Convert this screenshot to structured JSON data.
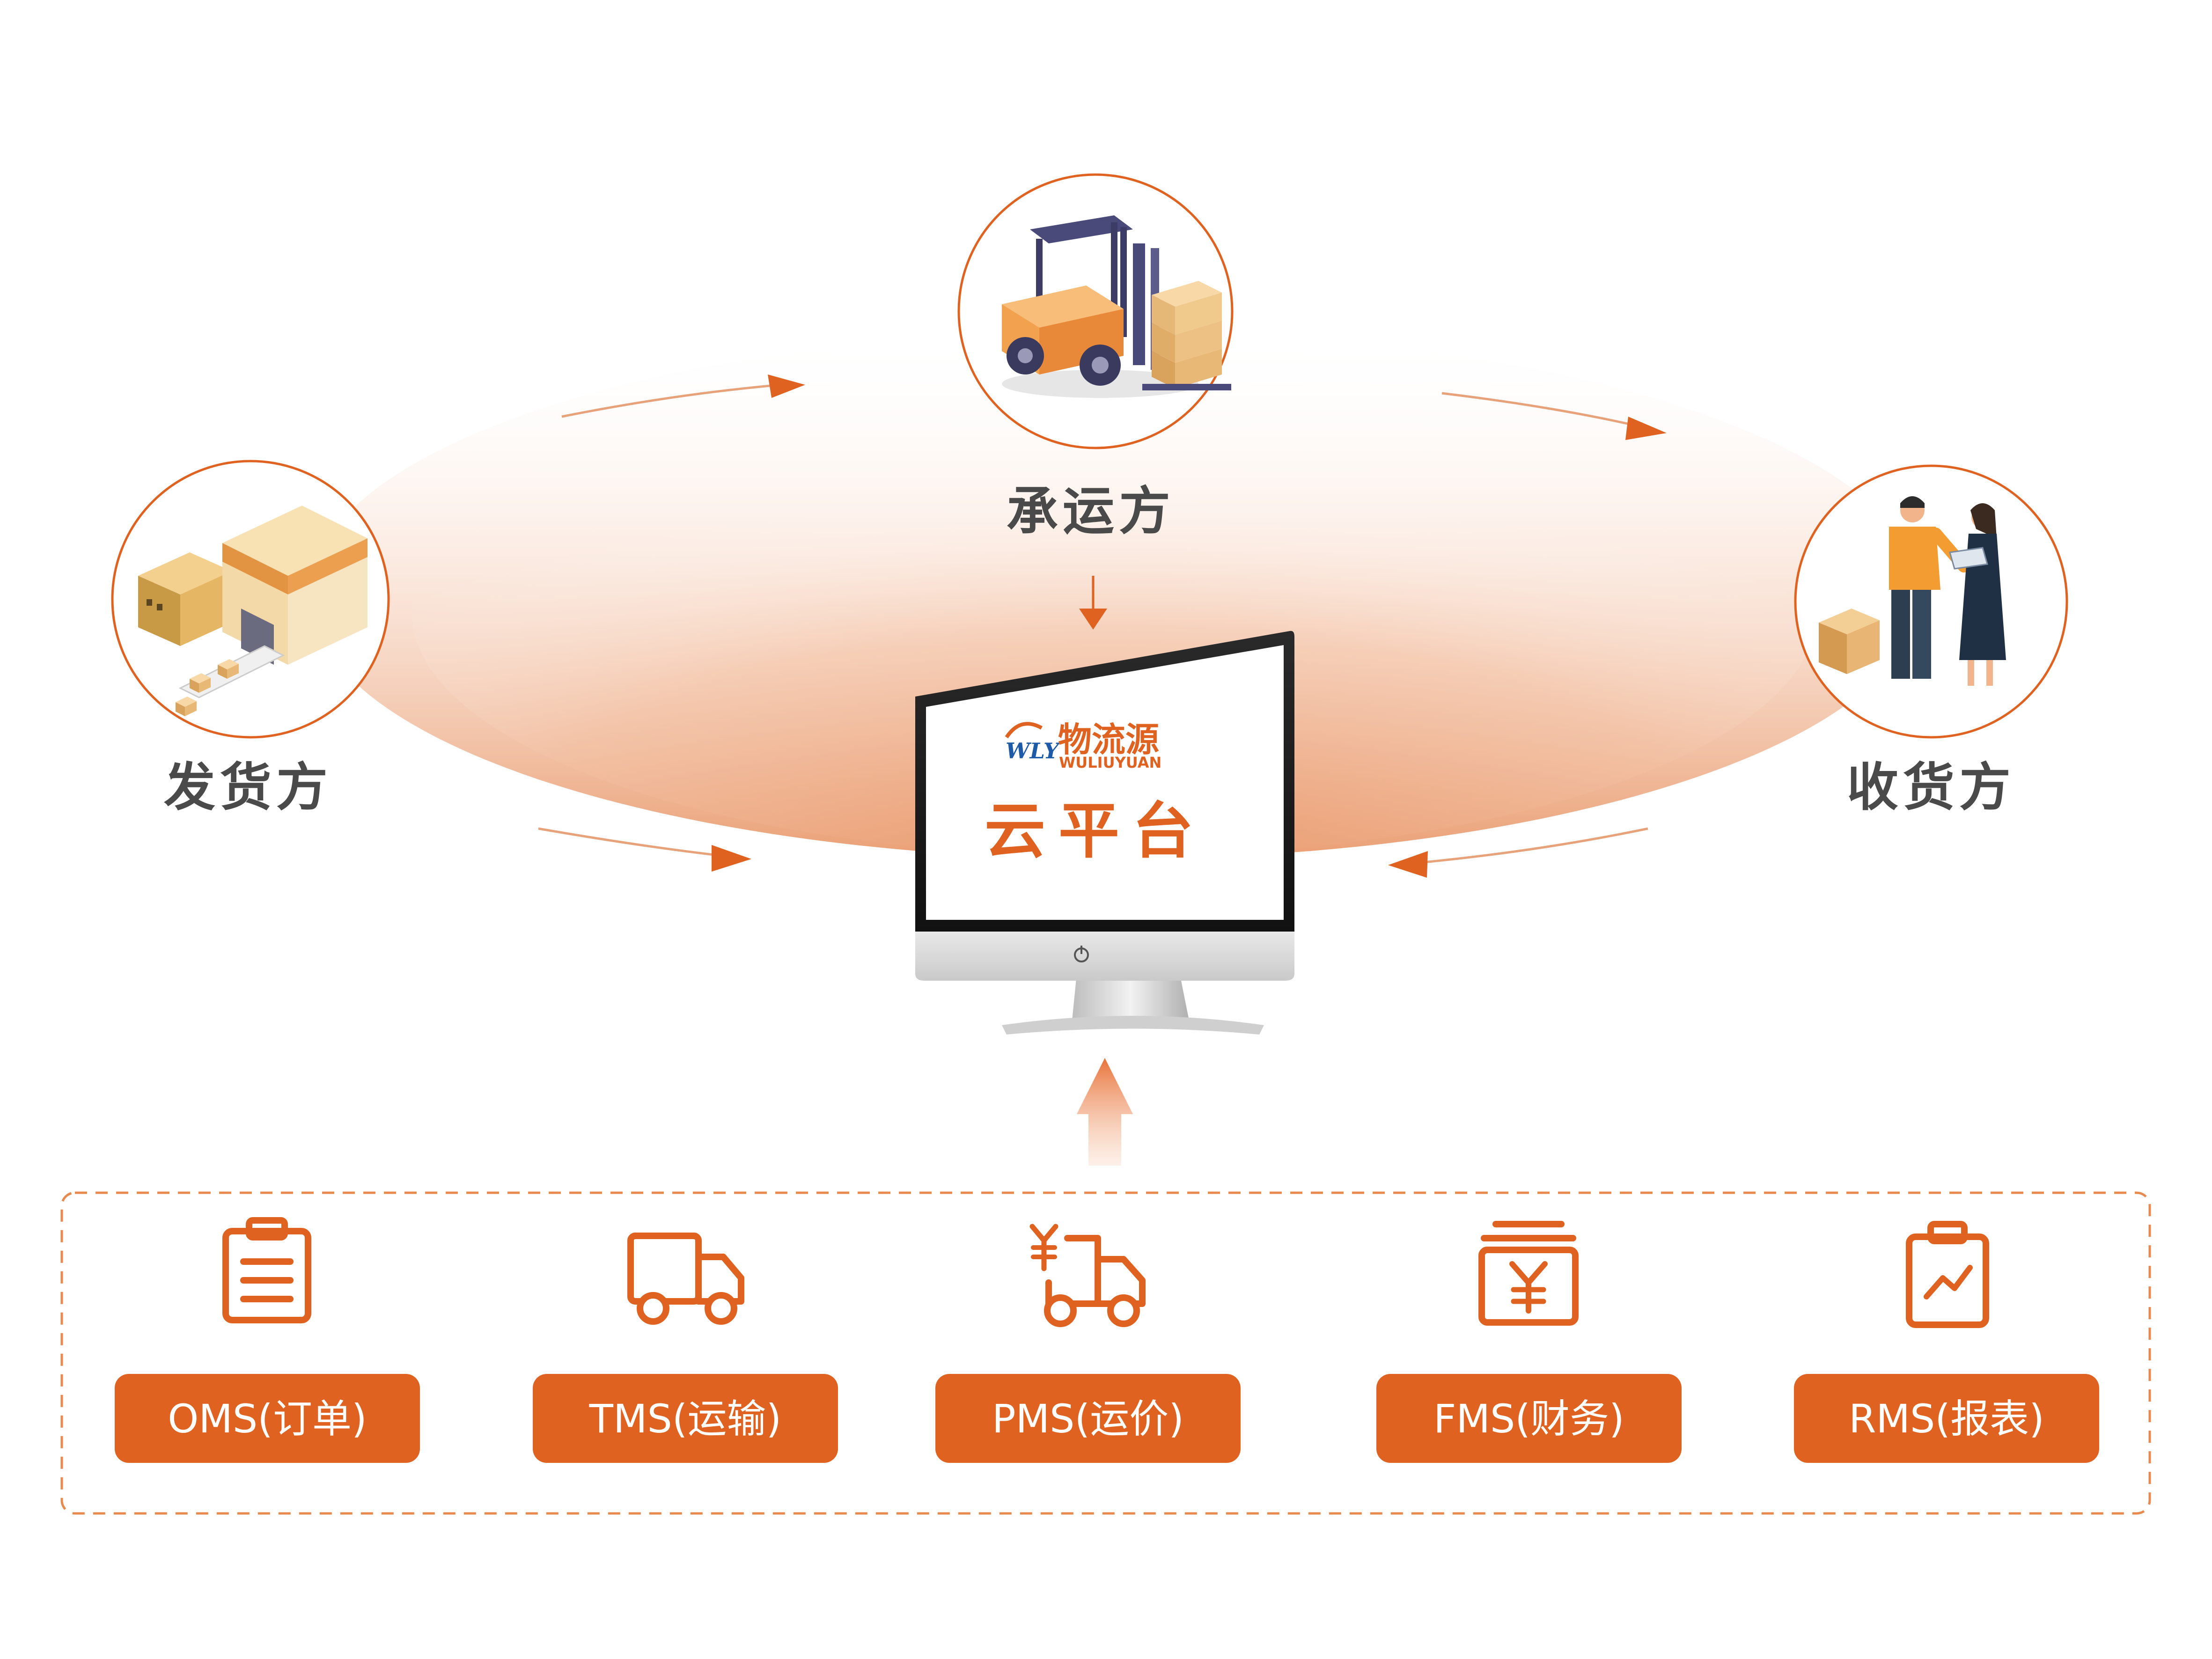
{
  "parties": {
    "shipper": {
      "label": "发货方",
      "icon": "warehouse-icon"
    },
    "carrier": {
      "label": "承运方",
      "icon": "forklift-icon"
    },
    "receiver": {
      "label": "收货方",
      "icon": "delivery-handover-icon"
    }
  },
  "platform": {
    "logo_cn": "物流源",
    "logo_en": "WULIUYUAN",
    "logo_mark": "WLY",
    "title": "云平台"
  },
  "modules": [
    {
      "label": "OMS(订单)",
      "icon": "clipboard-list-icon"
    },
    {
      "label": "TMS(运输)",
      "icon": "truck-icon"
    },
    {
      "label": "PMS(运价)",
      "icon": "yuan-truck-icon"
    },
    {
      "label": "FMS(财务)",
      "icon": "yuan-cash-box-icon"
    },
    {
      "label": "RMS(报表)",
      "icon": "clipboard-chart-icon"
    }
  ],
  "colors": {
    "accent": "#e06220",
    "label_gray": "#4a4a4a",
    "gradient_peach": "#f2b28e"
  }
}
